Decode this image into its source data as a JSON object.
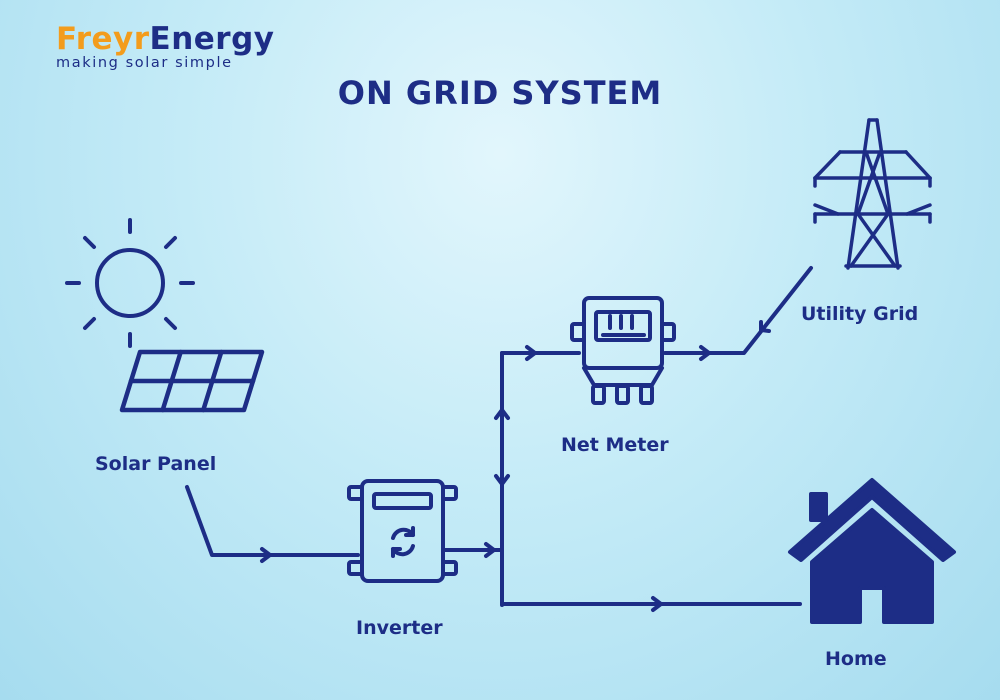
{
  "logo": {
    "brand_part1": "Freyr",
    "brand_part2": "Energy",
    "tagline": "making solar simple"
  },
  "title": "ON GRID SYSTEM",
  "labels": {
    "solar_panel": "Solar Panel",
    "inverter": "Inverter",
    "net_meter": "Net Meter",
    "utility_grid": "Utility Grid",
    "home": "Home"
  },
  "colors": {
    "primary": "#1d2d86",
    "accent": "#f39c1c",
    "background": "#c4ebf7"
  },
  "icons": [
    "sun-icon",
    "solar-panel-icon",
    "inverter-icon",
    "net-meter-icon",
    "transmission-tower-icon",
    "house-icon",
    "flow-arrow-icon"
  ]
}
